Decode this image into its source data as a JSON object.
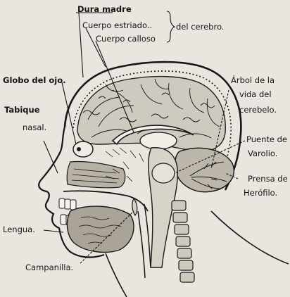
{
  "labels": {
    "dura_madre": "Dura madre",
    "cuerpo_estriado": "Cuerpo estriado..",
    "cuerpo_calloso": "Cuerpo calloso",
    "del_cerebro": "del cerebro.",
    "globo_del_ojo": "Globo del ojo.",
    "tabique_line1": "Tabique",
    "tabique_line2": "nasal.",
    "arbol_line1": "Árbol de la",
    "arbol_line2": "vida del",
    "arbol_line3": "cerebelo.",
    "puente_line1": "Puente de",
    "puente_line2": "Varolio.",
    "prensa_line1": "Prensa de",
    "prensa_line2": "Herófilo.",
    "lengua": "Lengua.",
    "campanilla": "Campanilla."
  }
}
